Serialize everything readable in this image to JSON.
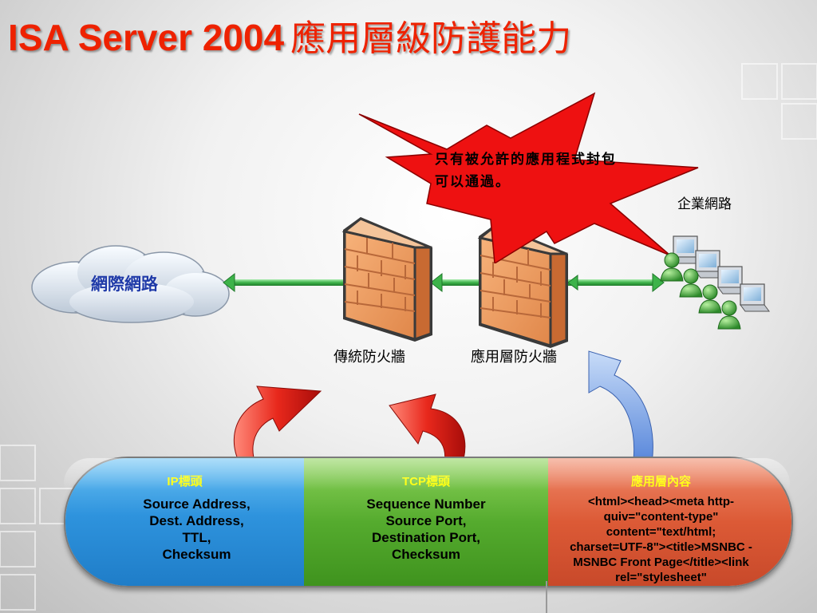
{
  "title": {
    "latin": "ISA Server 2004",
    "cjk": "應用層級防護能力"
  },
  "burst": {
    "text": "只有被允許的應用程式封包可以通過。"
  },
  "internet": {
    "label": "網際網路"
  },
  "firewalls": {
    "traditional": "傳統防火牆",
    "application": "應用層防火牆"
  },
  "corp": {
    "label": "企業網路"
  },
  "packet": {
    "ip": {
      "header": "IP標頭",
      "body": [
        "Source Address,",
        "Dest. Address,",
        "TTL,",
        "Checksum"
      ]
    },
    "tcp": {
      "header": "TCP標頭",
      "body": [
        "Sequence Number",
        "Source Port,",
        "Destination Port,",
        "Checksum"
      ]
    },
    "app": {
      "header": "應用層內容",
      "body": [
        "<html><head><meta http-",
        "quiv=\"content-type\"",
        "content=\"text/html;",
        "charset=UTF-8\"><title>MSNBC -",
        "MSNBC Front Page</title><link",
        "rel=\"stylesheet\""
      ]
    }
  },
  "colors": {
    "title": "#ee2200",
    "burst_fill": "#ee1111",
    "link_green": "#3db34a",
    "ip_blue": "#2e93dd",
    "tcp_green": "#55ab2e",
    "app_orange": "#dc5a36",
    "header_yellow": "#ffff00",
    "red_arrow": "#e8281c",
    "blue_arrow": "#7aa4e8"
  },
  "icons": [
    "internet-cloud-icon",
    "brick-firewall-icon",
    "corporate-network-icon",
    "red-curved-arrow-icon",
    "blue-curved-arrow-icon"
  ]
}
